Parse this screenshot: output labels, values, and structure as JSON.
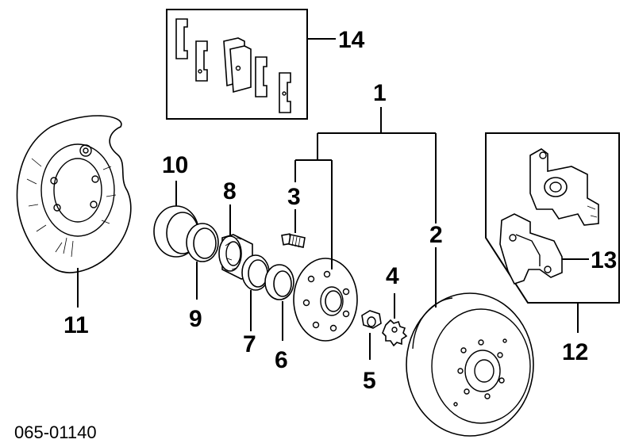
{
  "diagram": {
    "reference_code": "065-01140",
    "callouts": {
      "c1": "1",
      "c2": "2",
      "c3": "3",
      "c4": "4",
      "c5": "5",
      "c6": "6",
      "c7": "7",
      "c8": "8",
      "c9": "9",
      "c10": "10",
      "c11": "11",
      "c12": "12",
      "c13": "13",
      "c14": "14"
    }
  }
}
